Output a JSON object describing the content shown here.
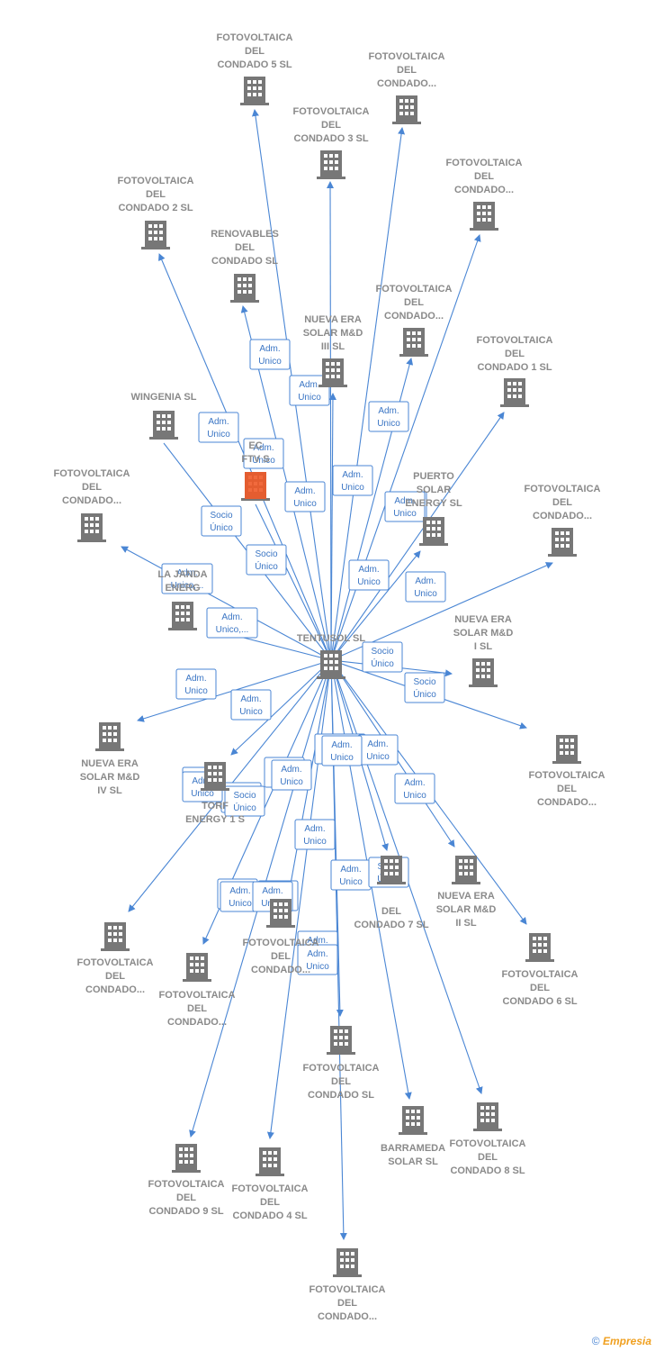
{
  "colors": {
    "edge": "#4a86d4",
    "node": "#777777",
    "center_highlight": "#f05a28",
    "label": "#8a8a8a"
  },
  "center_label": "TENTUSOL SL",
  "nodes": [
    {
      "id": "n1",
      "lines": [
        "FOTOVOLTAICA",
        "DEL",
        "CONDADO 5 SL"
      ],
      "icon": "building-icon"
    },
    {
      "id": "n2",
      "lines": [
        "FOTOVOLTAICA",
        "DEL",
        "CONDADO..."
      ],
      "icon": "building-icon"
    },
    {
      "id": "n3",
      "lines": [
        "FOTOVOLTAICA",
        "DEL",
        "CONDADO 3 SL"
      ],
      "icon": "building-icon"
    },
    {
      "id": "n4",
      "lines": [
        "FOTOVOLTAICA",
        "DEL",
        "CONDADO..."
      ],
      "icon": "building-icon"
    },
    {
      "id": "n5",
      "lines": [
        "FOTOVOLTAICA",
        "DEL",
        "CONDADO 2 SL"
      ],
      "icon": "building-icon"
    },
    {
      "id": "n6",
      "lines": [
        "RENOVABLES",
        "DEL",
        "CONDADO SL"
      ],
      "icon": "building-icon"
    },
    {
      "id": "n7",
      "lines": [
        "FOTOVOLTAICA",
        "DEL",
        "CONDADO..."
      ],
      "icon": "building-icon"
    },
    {
      "id": "n8",
      "lines": [
        "NUEVA ERA",
        "SOLAR M&D",
        "III  SL"
      ],
      "icon": "building-icon"
    },
    {
      "id": "n9",
      "lines": [
        "FOTOVOLTAICA",
        "DEL",
        "CONDADO 1 SL"
      ],
      "icon": "building-icon"
    },
    {
      "id": "n10",
      "lines": [
        "WINGENIA SL"
      ],
      "icon": "building-icon"
    },
    {
      "id": "n11",
      "lines": [
        "EC",
        "FTV  S"
      ],
      "icon": "building-icon-highlighted"
    },
    {
      "id": "n12",
      "lines": [
        "FOTOVOLTAICA",
        "DEL",
        "CONDADO..."
      ],
      "icon": "building-icon"
    },
    {
      "id": "n13",
      "lines": [
        "PUERTO",
        "SOLAR",
        "ENERGY  SL"
      ],
      "icon": "building-icon"
    },
    {
      "id": "n14",
      "lines": [
        "FOTOVOLTAICA",
        "DEL",
        "CONDADO..."
      ],
      "icon": "building-icon"
    },
    {
      "id": "n15",
      "lines": [
        "LA JANDA",
        "ENERG"
      ],
      "icon": "building-icon"
    },
    {
      "id": "n16",
      "lines": [
        "NUEVA ERA",
        "SOLAR M&D",
        "I  SL"
      ],
      "icon": "building-icon"
    },
    {
      "id": "n17",
      "lines": [
        "NUEVA ERA",
        "SOLAR M&D",
        "IV  SL"
      ],
      "icon": "building-icon"
    },
    {
      "id": "n18",
      "lines": [
        "TORF",
        "ENERGY 1  S"
      ],
      "icon": "building-icon"
    },
    {
      "id": "n19",
      "lines": [
        "FOTOVOLTAICA",
        "DEL",
        "CONDADO..."
      ],
      "icon": "building-icon"
    },
    {
      "id": "n20",
      "lines": [
        "DEL",
        "CONDADO 7 SL"
      ],
      "icon": "building-icon"
    },
    {
      "id": "n21",
      "lines": [
        "NUEVA ERA",
        "SOLAR M&D",
        "II  SL"
      ],
      "icon": "building-icon"
    },
    {
      "id": "n22",
      "lines": [
        "FOTOVOLTAICA",
        "DEL",
        "CONDADO..."
      ],
      "icon": "building-icon"
    },
    {
      "id": "n23",
      "lines": [
        "FOTOVOLTAICA",
        "DEL",
        "CONDADO..."
      ],
      "icon": "building-icon"
    },
    {
      "id": "n24",
      "lines": [
        "FOTOVOLTAICA",
        "DEL",
        "CONDADO..."
      ],
      "icon": "building-icon"
    },
    {
      "id": "n25",
      "lines": [
        "FOTOVOLTAICA",
        "DEL",
        "CONDADO 6 SL"
      ],
      "icon": "building-icon"
    },
    {
      "id": "n26",
      "lines": [
        "FOTOVOLTAICA",
        "DEL",
        "CONDADO SL"
      ],
      "icon": "building-icon"
    },
    {
      "id": "n27",
      "lines": [
        "BARRAMEDA",
        "SOLAR  SL"
      ],
      "icon": "building-icon"
    },
    {
      "id": "n28",
      "lines": [
        "FOTOVOLTAICA",
        "DEL",
        "CONDADO 8 SL"
      ],
      "icon": "building-icon"
    },
    {
      "id": "n29",
      "lines": [
        "FOTOVOLTAICA",
        "DEL",
        "CONDADO 9 SL"
      ],
      "icon": "building-icon"
    },
    {
      "id": "n30",
      "lines": [
        "FOTOVOLTAICA",
        "DEL",
        "CONDADO 4 SL"
      ],
      "icon": "building-icon"
    },
    {
      "id": "n31",
      "lines": [
        "FOTOVOLTAICA",
        "DEL",
        "CONDADO..."
      ],
      "icon": "building-icon"
    }
  ],
  "edge_labels": [
    [
      "Adm.",
      "Unico"
    ],
    [
      "Adm.",
      "Unico"
    ],
    [
      "Adm.",
      "Unico"
    ],
    [
      "Adm.",
      "Unico"
    ],
    [
      "Adm.",
      "Unico"
    ],
    [
      "Socio",
      "Único"
    ],
    [
      "Adm.",
      "Unico"
    ],
    [
      "Adm.",
      "Unico,..."
    ],
    [
      "Adm.",
      "Unico"
    ],
    [
      "Adm.",
      "Unico"
    ],
    [
      "Adm.",
      "Unico,..."
    ],
    [
      "Socio",
      "Único"
    ],
    [
      "Adm.",
      "Unico"
    ],
    [
      "Adm.",
      "Unico"
    ],
    [
      "Adm.",
      "Unico"
    ],
    [
      "Adm.",
      "Unico,..."
    ],
    [
      "Adm.",
      "Unico"
    ],
    [
      "Socio",
      "Único"
    ],
    [
      "Socio",
      "Único"
    ],
    [
      "Adm.",
      "Unico"
    ],
    [
      "Adm.",
      "Unico"
    ],
    [
      "Adm.",
      "Unico"
    ],
    [
      "Adm.",
      "Unico"
    ],
    [
      "Socio",
      "Único"
    ],
    [
      "Adm.",
      "Unico"
    ],
    [
      "Adm.",
      "Unico"
    ],
    [
      "Adm.",
      "Unico"
    ],
    [
      "Adm.",
      "Unico"
    ],
    [
      "Socio",
      "Único"
    ],
    [
      "Adm.",
      "Unico"
    ],
    [
      "Adm.",
      "Unico"
    ]
  ],
  "footer": {
    "copyright": "©",
    "brand": "Empresia"
  }
}
